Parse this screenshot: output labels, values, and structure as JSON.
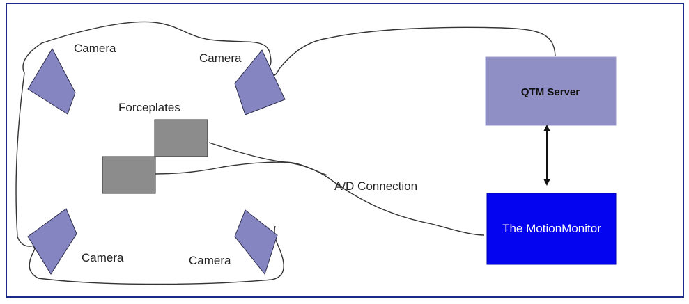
{
  "labels": {
    "camera_top_left": "Camera",
    "camera_top_right": "Camera",
    "camera_bottom_left": "Camera",
    "camera_bottom_right": "Camera",
    "forceplates": "Forceplates",
    "ad_connection": "A/D Connection",
    "qtm_server": "QTM Server",
    "motion_monitor": "The MotionMonitor"
  },
  "colors": {
    "frame_border": "#1c2a8c",
    "camera_fill": "#8585c2",
    "camera_stroke": "#2c2c4a",
    "forceplate_fill": "#8c8c8c",
    "qtm_fill": "#8f8fc6",
    "motion_monitor_fill": "#0404f0",
    "cable": "#333333"
  }
}
